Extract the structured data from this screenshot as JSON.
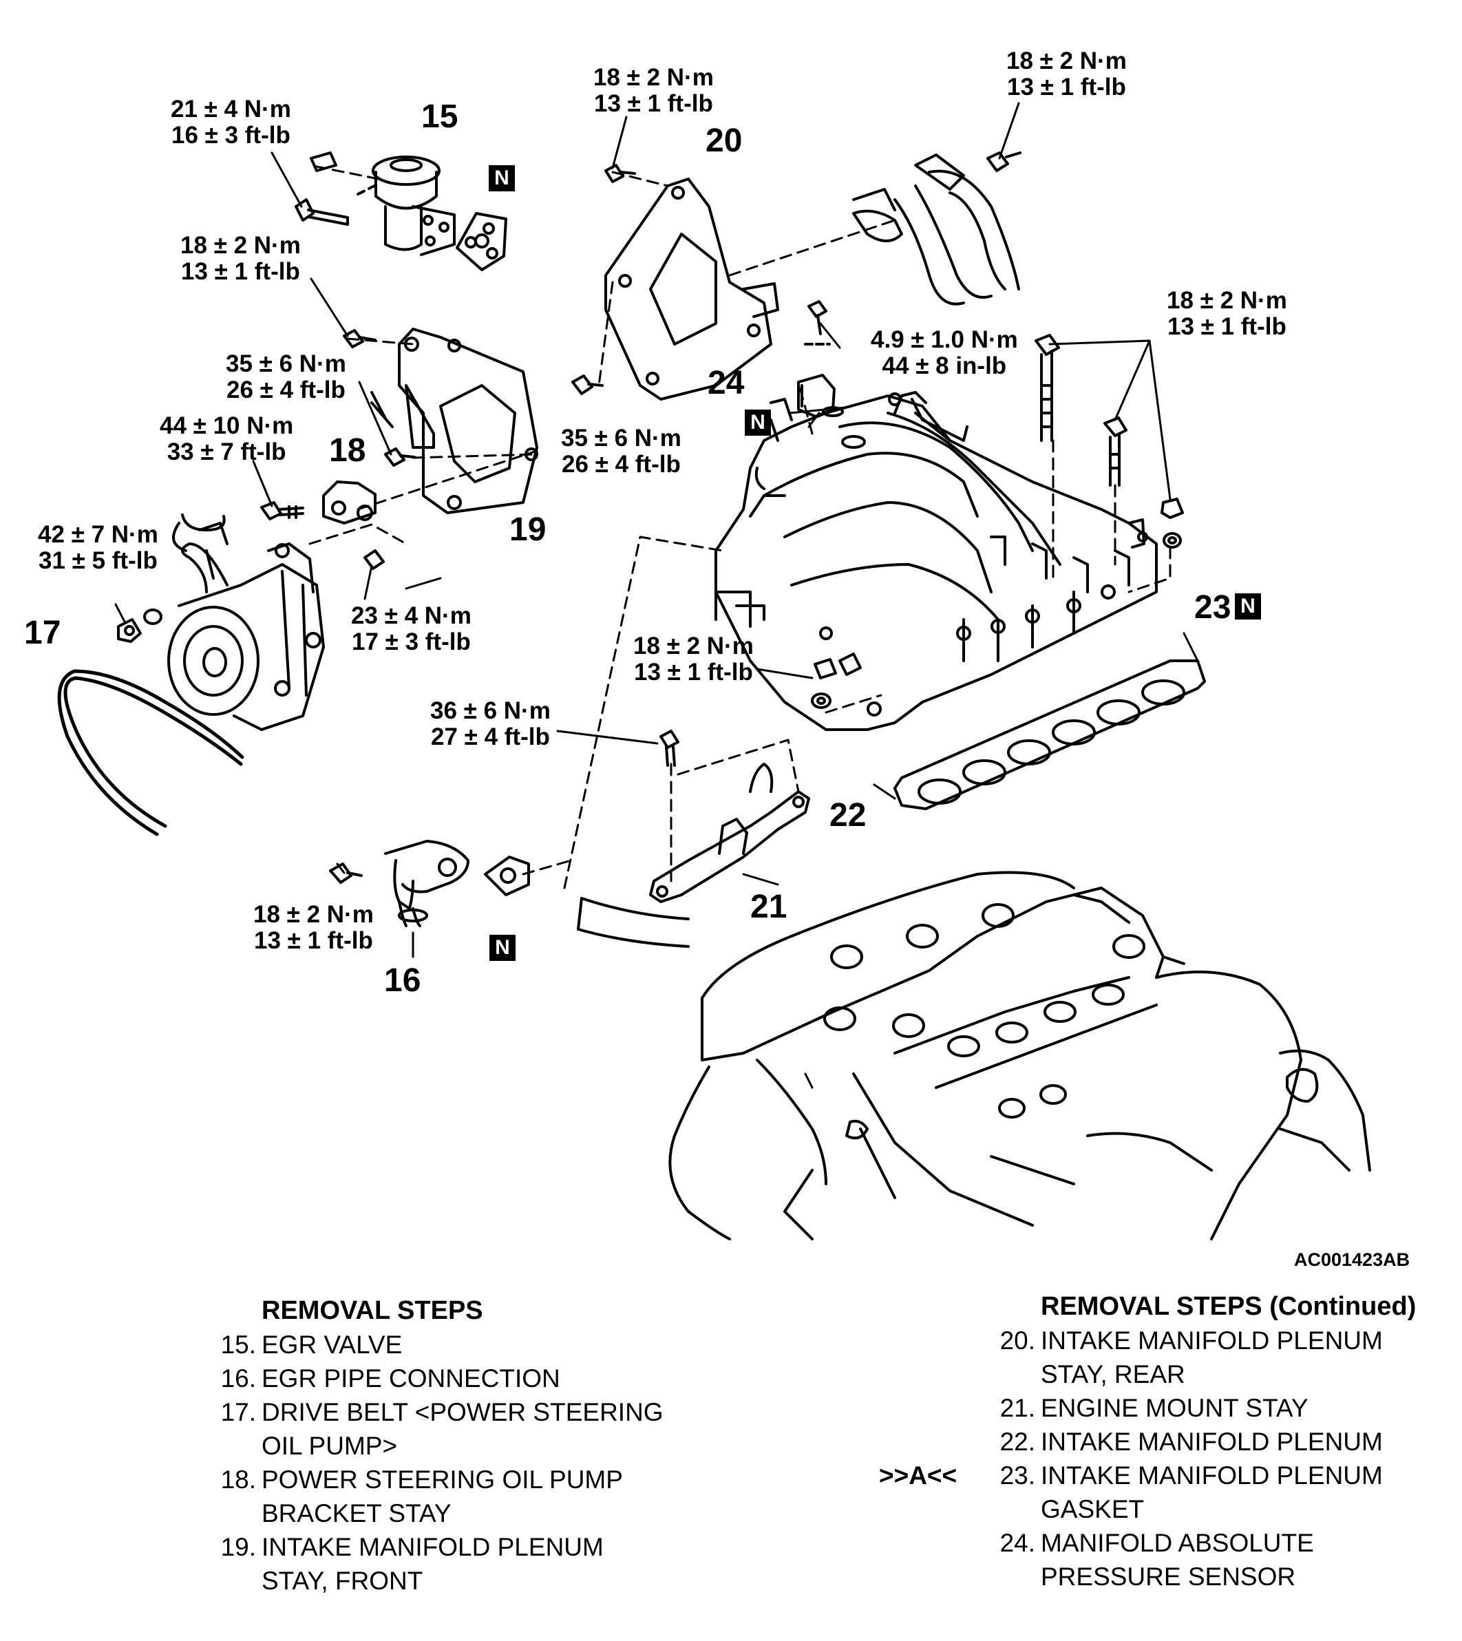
{
  "figure_code": "AC001423AB",
  "new_part_mark": "N",
  "callouts": {
    "c15": "15",
    "c16": "16",
    "c17": "17",
    "c18": "18",
    "c19": "19",
    "c20": "20",
    "c21": "21",
    "c22": "22",
    "c23": "23",
    "c24": "24"
  },
  "torques": {
    "egr_bolt": {
      "nm": "21 ± 4 N·m",
      "ftlb": "16 ± 3 ft-lb"
    },
    "stay_front_top": {
      "nm": "18 ± 2 N·m",
      "ftlb": "13 ± 1 ft-lb"
    },
    "stay_front_mid": {
      "nm": "35 ± 6 N·m",
      "ftlb": "26 ± 4 ft-lb"
    },
    "pump_bracket_bolt": {
      "nm": "44 ± 10 N·m",
      "ftlb": "33 ± 7 ft-lb"
    },
    "pump_nut": {
      "nm": "42 ± 7 N·m",
      "ftlb": "31 ± 5 ft-lb"
    },
    "pump_bracket_lower": {
      "nm": "23 ± 4 N·m",
      "ftlb": "17 ± 3 ft-lb"
    },
    "stay_rear_top": {
      "nm": "18 ± 2 N·m",
      "ftlb": "13 ± 1 ft-lb"
    },
    "stay_rear_lower": {
      "nm": "35 ± 6 N·m",
      "ftlb": "26 ± 4 ft-lb"
    },
    "hose_clamp": {
      "nm": "18 ± 2 N·m",
      "ftlb": "13 ± 1 ft-lb"
    },
    "map_sensor": {
      "nm": "4.9 ± 1.0 N·m",
      "ftlb": "44 ± 8 in-lb"
    },
    "plenum_bolts": {
      "nm": "18 ± 2 N·m",
      "ftlb": "13 ± 1 ft-lb"
    },
    "plenum_nuts": {
      "nm": "18 ± 2 N·m",
      "ftlb": "13 ± 1 ft-lb"
    },
    "mount_stay_bolt": {
      "nm": "36 ± 6 N·m",
      "ftlb": "27 ± 4 ft-lb"
    },
    "egr_pipe_bolt": {
      "nm": "18 ± 2 N·m",
      "ftlb": "13 ± 1 ft-lb"
    }
  },
  "removal_steps": {
    "title": "REMOVAL STEPS",
    "items": [
      {
        "num": "15.",
        "lines": [
          "EGR VALVE"
        ]
      },
      {
        "num": "16.",
        "lines": [
          "EGR PIPE CONNECTION"
        ]
      },
      {
        "num": "17.",
        "lines": [
          "DRIVE BELT <POWER STEERING",
          "OIL PUMP>"
        ]
      },
      {
        "num": "18.",
        "lines": [
          "POWER STEERING OIL PUMP",
          "BRACKET STAY"
        ]
      },
      {
        "num": "19.",
        "lines": [
          "INTAKE MANIFOLD PLENUM",
          "STAY, FRONT"
        ]
      }
    ]
  },
  "removal_steps_continued": {
    "title": "REMOVAL STEPS (Continued)",
    "items": [
      {
        "num": "20.",
        "marker": "",
        "lines": [
          "INTAKE MANIFOLD PLENUM",
          "STAY, REAR"
        ]
      },
      {
        "num": "21.",
        "marker": "",
        "lines": [
          "ENGINE MOUNT STAY"
        ]
      },
      {
        "num": "22.",
        "marker": "",
        "lines": [
          "INTAKE MANIFOLD PLENUM"
        ]
      },
      {
        "num": "23.",
        "marker": ">>A<<",
        "lines": [
          "INTAKE MANIFOLD PLENUM",
          "GASKET"
        ]
      },
      {
        "num": "24.",
        "marker": "",
        "lines": [
          "MANIFOLD ABSOLUTE",
          "PRESSURE SENSOR"
        ]
      }
    ]
  }
}
